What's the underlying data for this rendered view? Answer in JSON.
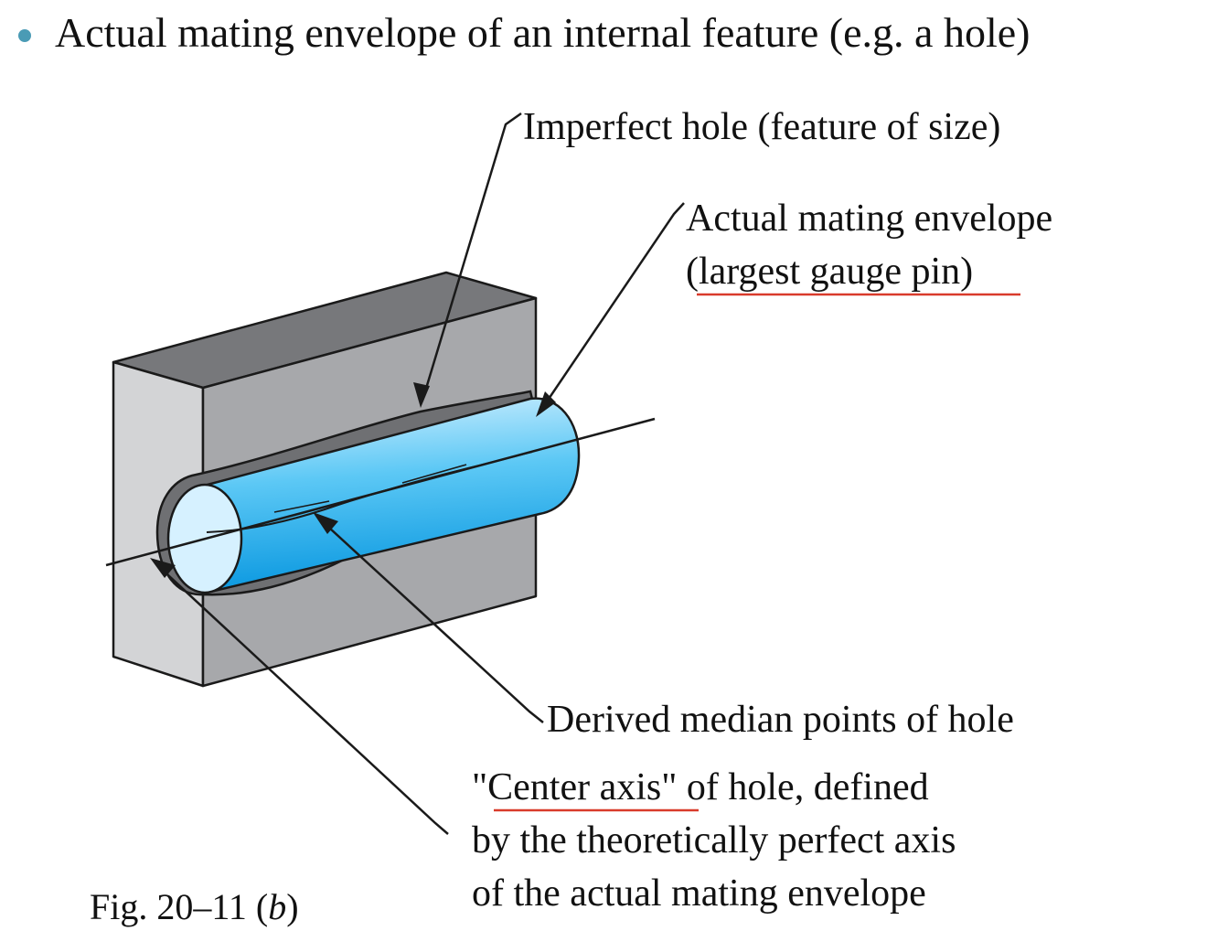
{
  "slide": {
    "bullet_text": "Actual mating envelope of an internal feature (e.g. a hole)",
    "bullet_color": "#4a9bb5"
  },
  "diagram": {
    "labels": {
      "imperfect_hole": "Imperfect hole (feature of size)",
      "envelope_line1": "Actual mating envelope",
      "envelope_line2": "(largest gauge pin)",
      "median_points": "Derived median points of hole",
      "center_axis_line1": "\"Center axis\" of hole, defined",
      "center_axis_line2": "by the theoretically perfect axis",
      "center_axis_line3": "of the actual mating envelope"
    },
    "caption": {
      "prefix": "Fig. 20–11 (",
      "letter": "b",
      "suffix": ")"
    },
    "colors": {
      "block_front": "#a7a8ab",
      "block_side": "#d3d4d6",
      "block_top": "#77787b",
      "pin_light": "#d6f1ff",
      "pin_mid": "#5cc8f5",
      "pin_dark": "#0a98e0",
      "underline": "#d93b2b"
    }
  }
}
